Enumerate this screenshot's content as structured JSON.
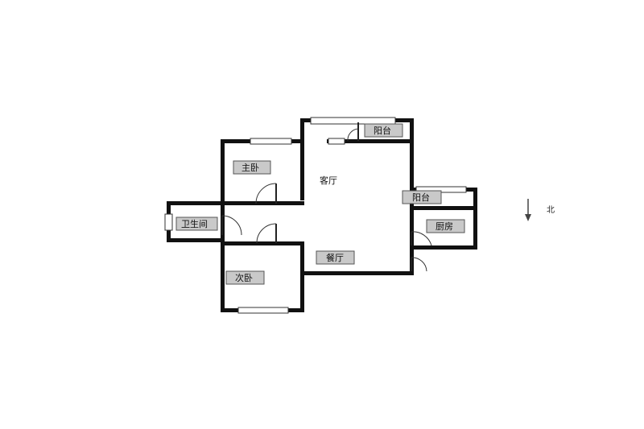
{
  "rooms": [
    {
      "id": "master-bedroom",
      "label": "主卧"
    },
    {
      "id": "living-room",
      "label": "客厅"
    },
    {
      "id": "balcony-north",
      "label": "阳台"
    },
    {
      "id": "balcony-east",
      "label": "阳台"
    },
    {
      "id": "kitchen",
      "label": "厨房"
    },
    {
      "id": "bathroom",
      "label": "卫生间"
    },
    {
      "id": "dining-room",
      "label": "餐厅"
    },
    {
      "id": "second-bedroom",
      "label": "次卧"
    }
  ],
  "compass": {
    "label": "北",
    "icon": "arrow-down-icon"
  },
  "colors": {
    "wall": "#111111",
    "label_bg": "#c9c9c9",
    "background": "#ffffff"
  }
}
